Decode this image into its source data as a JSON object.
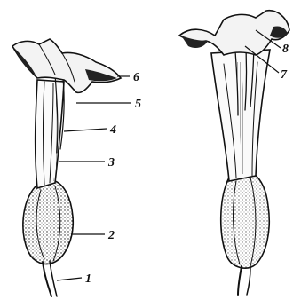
{
  "figure": {
    "left_flower": {
      "labels": [
        "1",
        "2",
        "3",
        "4",
        "5",
        "6"
      ]
    },
    "right_flower": {
      "labels": [
        "7",
        "8"
      ]
    }
  },
  "colors": {
    "ink": "#111111",
    "background": "#ffffff"
  }
}
